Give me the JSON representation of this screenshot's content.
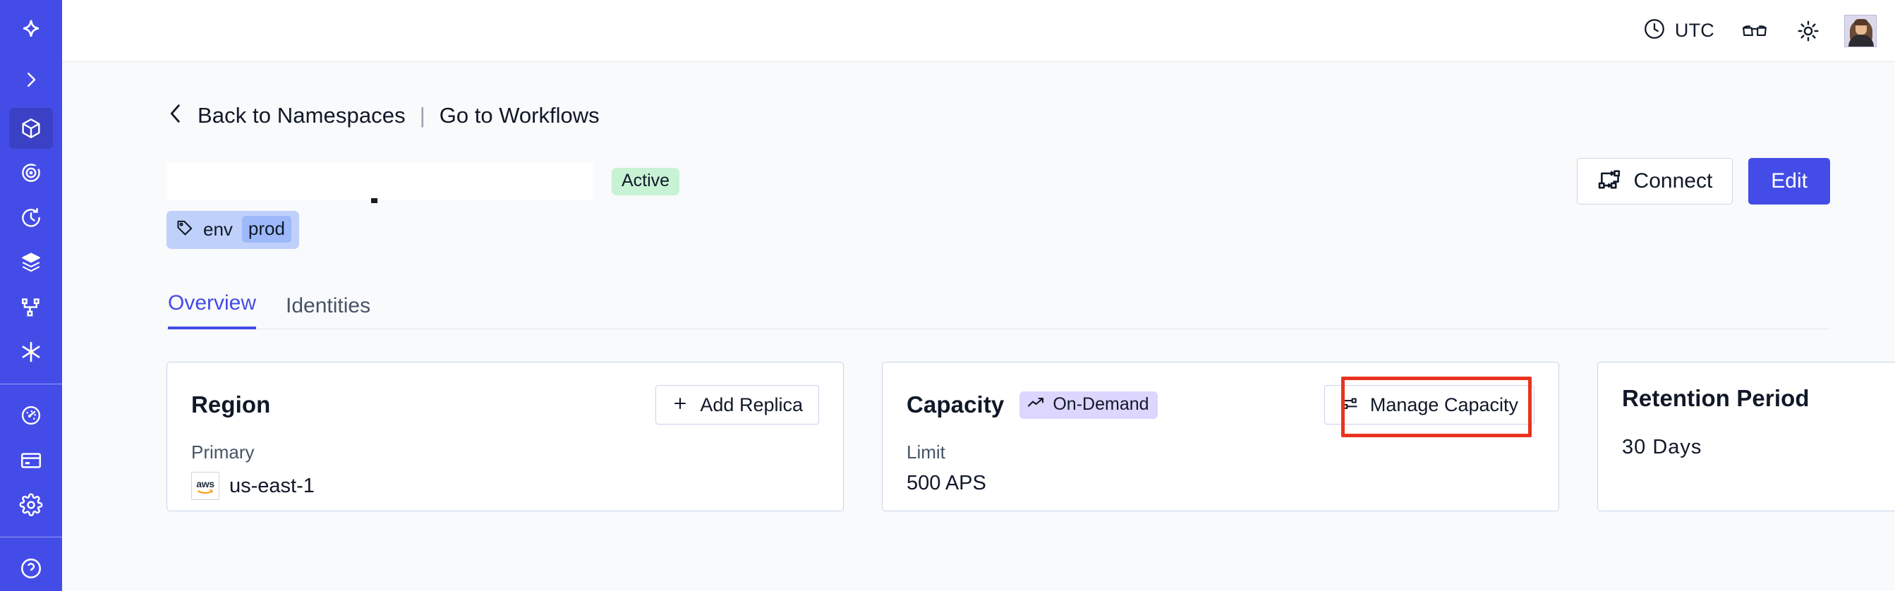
{
  "brand": {
    "accent": "#444ce7",
    "sidebar_bg": "#444ce7",
    "page_bg": "#f9fafb",
    "logo_icon": "sparkle-star-icon"
  },
  "sidebar": {
    "logo_name": "temporal-logo",
    "collapse_label": "expand-sidebar",
    "items": [
      {
        "name": "sidebar-item-namespaces",
        "icon": "cube-icon",
        "active": true
      },
      {
        "name": "sidebar-item-observability",
        "icon": "eye-target-icon",
        "active": false
      },
      {
        "name": "sidebar-item-schedules",
        "icon": "clock-rewind-icon",
        "active": false
      },
      {
        "name": "sidebar-item-batch-operations",
        "icon": "layers-icon",
        "active": false
      },
      {
        "name": "sidebar-item-workflows",
        "icon": "git-branch-icon",
        "active": false
      },
      {
        "name": "sidebar-item-nexus",
        "icon": "asterisk-icon",
        "active": false
      }
    ],
    "items_secondary": [
      {
        "name": "sidebar-item-usage",
        "icon": "gauge-icon",
        "active": false
      },
      {
        "name": "sidebar-item-billing",
        "icon": "credit-card-icon",
        "active": false
      },
      {
        "name": "sidebar-item-settings",
        "icon": "gear-icon",
        "active": false
      }
    ]
  },
  "topbar": {
    "timezone_label": "UTC",
    "timezone_icon": "clock-icon",
    "docs_icon": "glasses-icon",
    "theme_icon": "sun-icon",
    "avatar_name": "user-avatar"
  },
  "breadcrumb": {
    "back_icon": "chevron-left-icon",
    "back_label": "Back to Namespaces",
    "separator": "|",
    "link_label": "Go to Workflows"
  },
  "header": {
    "title": "",
    "title_redacted": true,
    "status_badge": "Active",
    "status_badge_color": "#c7f2d4",
    "connect_label": "Connect",
    "connect_icon": "connection-flow-icon",
    "edit_label": "Edit"
  },
  "tag": {
    "icon": "tag-icon",
    "key": "env",
    "value": "prod"
  },
  "tabs": [
    {
      "label": "Overview",
      "active": true
    },
    {
      "label": "Identities",
      "active": false
    }
  ],
  "cards": {
    "region": {
      "title": "Region",
      "action_label": "Add Replica",
      "action_icon": "plus-icon",
      "sublabel": "Primary",
      "provider_icon": "aws-logo-icon",
      "provider_text": "aws",
      "value": "us-east-1"
    },
    "capacity": {
      "title": "Capacity",
      "badge_label": "On-Demand",
      "badge_icon": "trending-up-icon",
      "badge_color": "#ddd6fe",
      "action_label": "Manage Capacity",
      "action_icon": "sliders-icon",
      "sublabel": "Limit",
      "value": "500 APS",
      "annotated": true,
      "annotation_color": "#e8331f"
    },
    "retention": {
      "title": "Retention Period",
      "value": "30 Days"
    }
  }
}
